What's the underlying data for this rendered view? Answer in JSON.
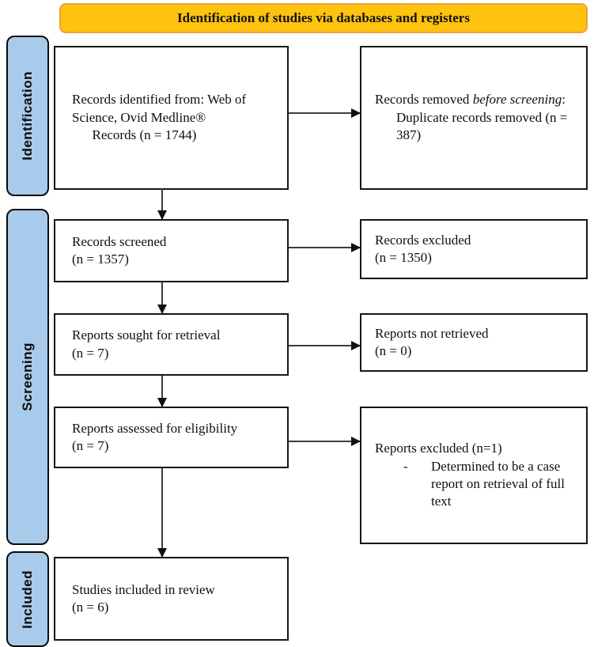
{
  "header": {
    "title": "Identification of studies via databases and registers"
  },
  "sidebar": {
    "identification": "Identification",
    "screening": "Screening",
    "included": "Included"
  },
  "boxes": {
    "records_identified": "Records identified from: Web of\nScience, Ovid Medline®\n      Records (n = 1744)",
    "records_removed": {
      "line1_normal": "Records removed ",
      "line1_italic": "before screening",
      "line1_suffix": ":",
      "detail": "Duplicate records removed (n =\n387)"
    },
    "records_screened": "Records screened\n(n = 1357)",
    "records_excluded": "Records excluded\n(n = 1350)",
    "reports_sought": "Reports sought for retrieval\n(n = 7)",
    "reports_not_retrieved": "Reports not retrieved\n(n = 0)",
    "reports_assessed": "Reports assessed for eligibility\n(n = 7)",
    "reports_excluded": {
      "title": "Reports excluded (n=1)",
      "bullet_marker": "-",
      "bullet_text": "Determined to be a case report on retrieval of full text"
    },
    "studies_included": "Studies included in review\n(n = 6)"
  },
  "colors": {
    "banner_fill": "#FFC20E",
    "banner_border": "#E8A33D",
    "stage_fill": "#A9CBEB",
    "box_border": "#161616",
    "arrow": "#3D3D3D"
  }
}
